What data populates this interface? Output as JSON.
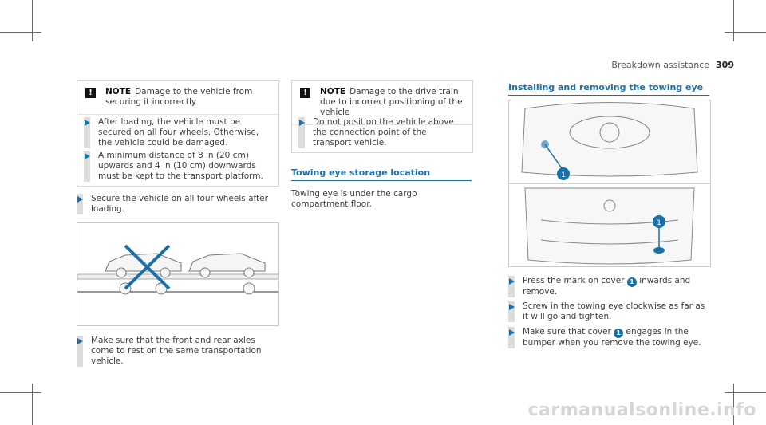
{
  "header": {
    "section": "Breakdown assistance",
    "page": "309"
  },
  "col1": {
    "note": {
      "label": "NOTE",
      "text": "Damage to the vehicle from securing it incorrectly",
      "steps": [
        "After loading, the vehicle must be secured on all four wheels. Otherwise, the vehicle could be damaged.",
        "A minimum distance of 8 in (20 cm) upwards and 4 in (10 cm) downwards must be kept to the transport platform."
      ]
    },
    "step1": "Secure the vehicle on all four wheels after loading.",
    "step2": "Make sure that the front and rear axles come to rest on the same transportation vehicle."
  },
  "col2": {
    "note": {
      "label": "NOTE",
      "text": "Damage to the drive train due to incorrect positioning of the vehicle",
      "steps": [
        "Do not position the vehicle above the connection point of the transport vehicle."
      ]
    },
    "heading": "Towing eye storage location",
    "para": "Towing eye is under the cargo compartment floor."
  },
  "col3": {
    "heading": "Installing and removing the towing eye",
    "badge": "1",
    "steps": [
      {
        "pre": "Press the mark on cover",
        "post": "inwards and remove."
      },
      {
        "pre": "Screw in the towing eye clockwise as far as it will go and tighten.",
        "post": ""
      },
      {
        "pre": "Make sure that cover",
        "post": "engages in the bumper when you remove the towing eye."
      }
    ]
  },
  "watermark": "carmanualsonline.info"
}
